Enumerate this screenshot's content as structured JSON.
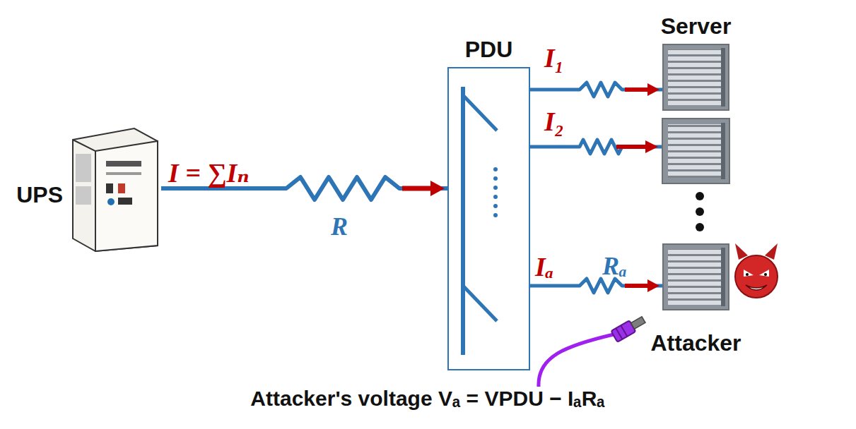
{
  "diagram": {
    "nodes": [
      {
        "text": [
          "UPS"
        ]
      },
      {
        "text": [
          "PDU"
        ]
      },
      {
        "text": [
          "Server"
        ]
      },
      {
        "text": [
          "Attacker"
        ]
      }
    ],
    "edges": [
      {
        "from": 0,
        "to": 1,
        "arrow": "to",
        "label": "I = ∑Iₙ"
      },
      {
        "from": 1,
        "to": 2,
        "arrow": "to",
        "label": "I₁"
      },
      {
        "from": 1,
        "to": 3,
        "arrow": "to",
        "label": "Iₐ"
      }
    ],
    "labels": [
      "R",
      "I₂",
      "Rₐ",
      "Attacker's voltage Vₐ = VPDU − IₐRₐ"
    ]
  }
}
